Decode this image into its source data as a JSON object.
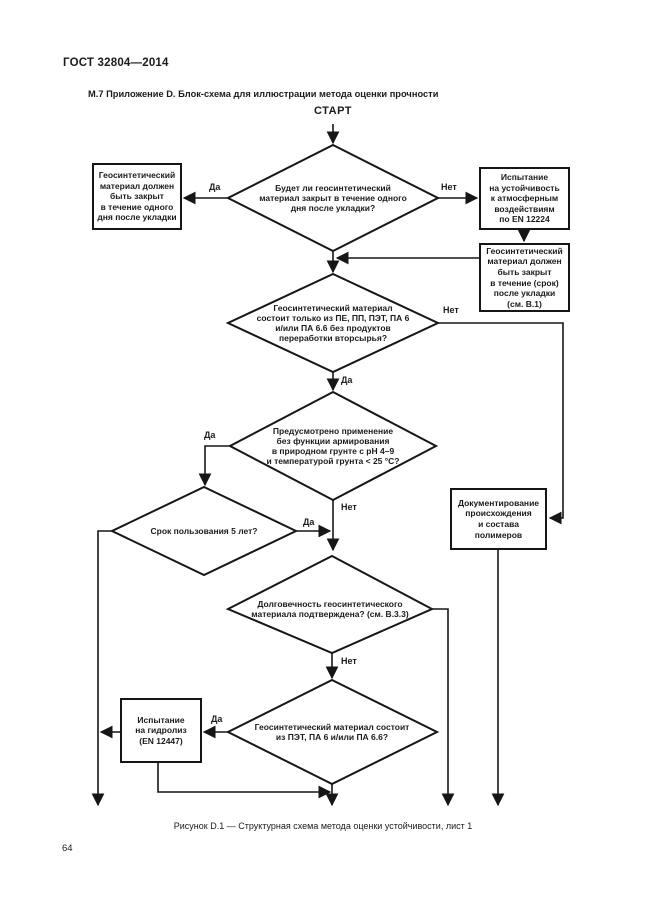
{
  "page": {
    "header": "ГОСТ 32804—2014",
    "section_title": "М.7 Приложение D. Блок-схема для иллюстрации метода оценки прочности",
    "caption": "Рисунок D.1 — Структурная схема метода оценки устойчивости, лист 1",
    "page_number": "64"
  },
  "flowchart": {
    "start_label": "СТАРТ",
    "labels": {
      "yes": "Да",
      "no": "Нет"
    },
    "decisions": {
      "d1": "Будет ли геосинтетический\nматериал закрыт в течение одного\nдня после укладки?",
      "d2": "Геосинтетический материал\nсостоит только из ПЕ, ПП, ПЭТ, ПА 6\nи/или ПА 6.6 без продуктов\nпереработки вторсырья?",
      "d3": "Предусмотрено применение\nбез функции армирования\nв природном грунте с рН 4–9\nи температурой грунта < 25 °С?",
      "d4": "Срок пользования 5 лет?",
      "d5": "Долговечность геосинтетического\nматериала подтверждена? (см. В.3.3)",
      "d6": "Геосинтетический материал состоит\nиз ПЭТ, ПА 6 и/или ПА 6.6?"
    },
    "boxes": {
      "cover_one_day": "Геосинтетический\nматериал должен\nбыть закрыт\nв течение одного\nдня после укладки",
      "weathering_test": "Испытание\nна устойчивость\nк атмосферным\nвоздействиям\nпо EN 12224",
      "cover_term": "Геосинтетический\nматериал должен\nбыть закрыт\nв течение (срок)\nпосле укладки\n(см. В.1)",
      "documentation": "Документирование\nпроисхождения\nи состава\nполимеров",
      "hydrolysis_test": "Испытание\nна гидролиз\n(EN 12447)"
    }
  }
}
